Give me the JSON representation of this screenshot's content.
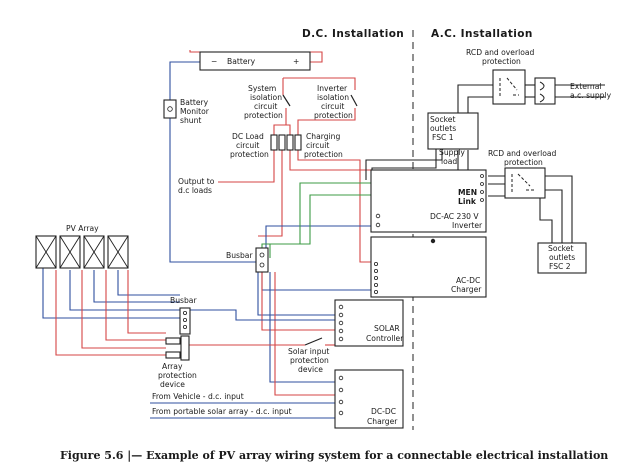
{
  "headers": {
    "dc": "D.C. Installation",
    "ac": "A.C. Installation"
  },
  "labels": {
    "battery": "Battery",
    "battery_minus": "−",
    "battery_plus": "+",
    "battery_monitor": [
      "Battery",
      "Monitor",
      "shunt"
    ],
    "system_isolation": [
      "System",
      "isolation",
      "circuit",
      "protection"
    ],
    "inverter_protection": [
      "Inverter",
      "isolation",
      "circuit",
      "protection"
    ],
    "dc_load_protection": [
      "DC Load",
      "circuit",
      "protection"
    ],
    "charging_protection": [
      "Charging",
      "circuit",
      "protection"
    ],
    "output_loads": [
      "Output to",
      "d.c loads"
    ],
    "pv_array": "PV Array",
    "busbar_main": "Busbar",
    "busbar_array": "Busbar",
    "array_protection": [
      "Array",
      "protection",
      "device"
    ],
    "solar_input_protection": [
      "Solar input",
      "protection",
      "device"
    ],
    "solar_controller": [
      "SOLAR",
      "Controller"
    ],
    "dcdc_charger": [
      "DC-DC",
      "Charger"
    ],
    "from_vehicle": "From Vehicle - d.c. input",
    "from_portable": "From portable solar array - d.c. input",
    "inverter": [
      "DC-AC 230 V",
      "Inverter"
    ],
    "acdc_charger": [
      "AC-DC",
      "Charger"
    ],
    "men_link": [
      "MEN",
      "Link"
    ],
    "rcd_top": [
      "RCD and overload",
      "protection"
    ],
    "rcd_mid": [
      "RCD and overload",
      "protection"
    ],
    "external_supply": [
      "External",
      "a.c. supply"
    ],
    "socket_fsc1": [
      "Socket",
      "outlets",
      "FSC 1"
    ],
    "supply_load": [
      "Supply",
      "load"
    ],
    "socket_fsc2": [
      "Socket",
      "outlets",
      "FSC 2"
    ]
  },
  "caption": "Figure 5.6 |— Example of PV array wiring system for a connectable electrical installation",
  "colors": {
    "dc_negative": "#2f4f9f",
    "dc_positive": "#d64545",
    "earth": "#3c9b45",
    "ac": "#222222"
  }
}
